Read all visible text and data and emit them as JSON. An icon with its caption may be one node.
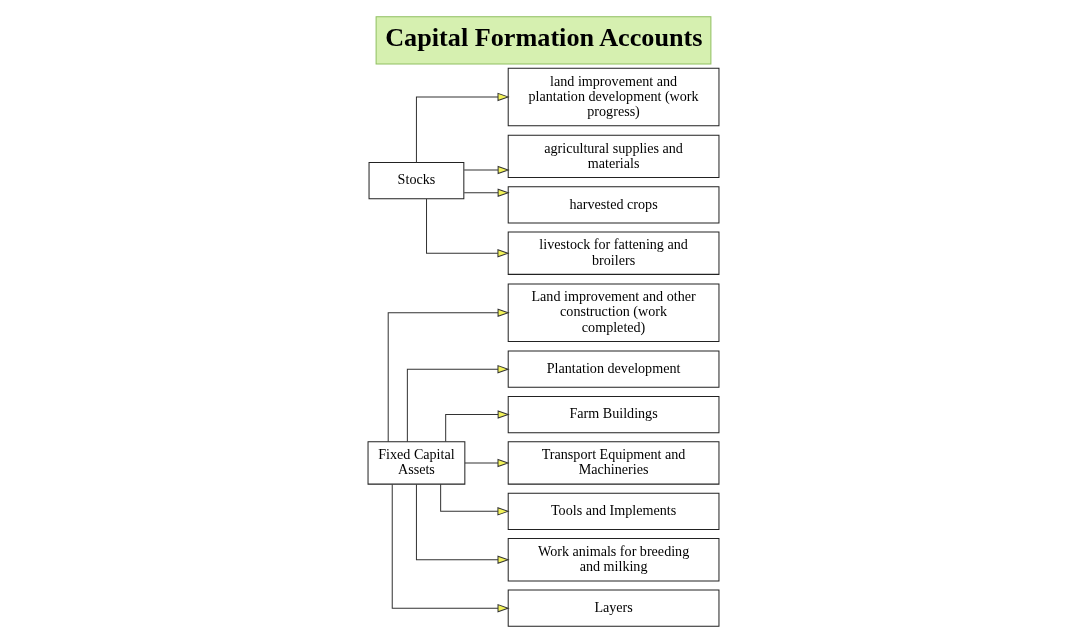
{
  "diagram": {
    "title": "Capital Formation Accounts",
    "nodes": [
      {
        "text": [
          "Fixed Capital Assets"
        ]
      },
      {
        "text": [
          "Land improvement and other construction (work completed)"
        ]
      },
      {
        "text": [
          "Plantation development"
        ]
      },
      {
        "text": [
          "Farm Buildings"
        ]
      },
      {
        "text": [
          "Transport Equipment and Machineries"
        ]
      },
      {
        "text": [
          "Tools and Implements"
        ]
      },
      {
        "text": [
          "Work animals for breeding and milking"
        ]
      },
      {
        "text": [
          "Layers"
        ]
      },
      {
        "text": [
          "Stocks"
        ]
      },
      {
        "text": [
          "land improvement and plantation development (work progress)"
        ]
      },
      {
        "text": [
          "agricultural supplies and materials"
        ]
      },
      {
        "text": [
          "harvested crops"
        ]
      },
      {
        "text": [
          "livestock for fattening and broilers"
        ]
      }
    ],
    "edges": [
      {
        "from": 0,
        "to": 1,
        "arrow": "to"
      },
      {
        "from": 0,
        "to": 2,
        "arrow": "to"
      },
      {
        "from": 0,
        "to": 3,
        "arrow": "to"
      },
      {
        "from": 0,
        "to": 4,
        "arrow": "to"
      },
      {
        "from": 0,
        "to": 5,
        "arrow": "to"
      },
      {
        "from": 0,
        "to": 6,
        "arrow": "to"
      },
      {
        "from": 0,
        "to": 7,
        "arrow": "to"
      },
      {
        "from": 8,
        "to": 9,
        "arrow": "to"
      },
      {
        "from": 8,
        "to": 10,
        "arrow": "to"
      },
      {
        "from": 8,
        "to": 11,
        "arrow": "to"
      },
      {
        "from": 8,
        "to": 12,
        "arrow": "to"
      }
    ]
  }
}
